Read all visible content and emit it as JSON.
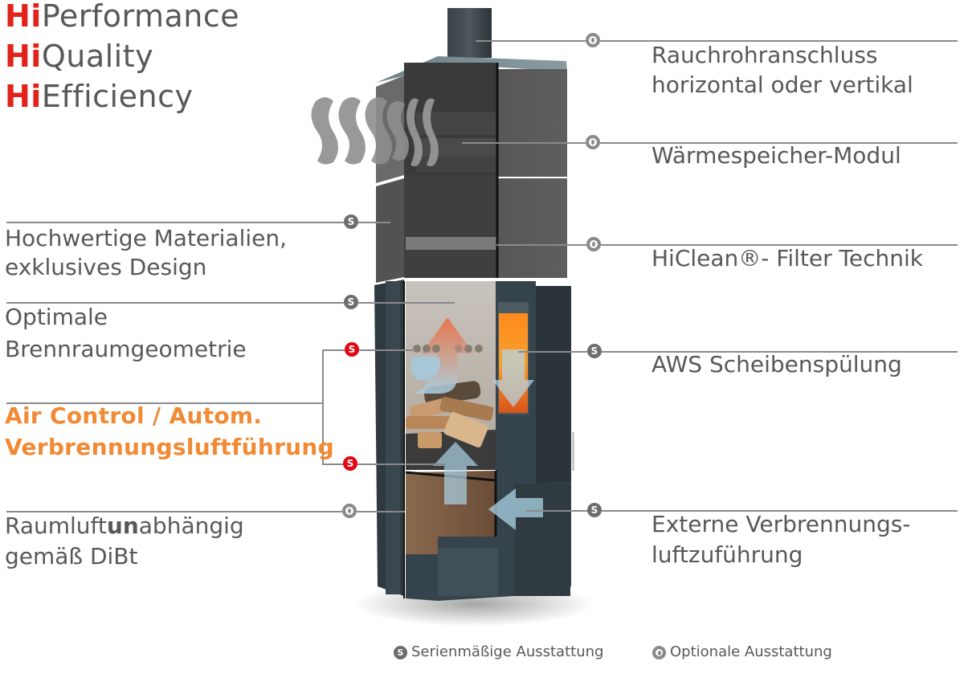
{
  "taglines": [
    {
      "prefix": "Hi",
      "word": "Performance"
    },
    {
      "prefix": "Hi",
      "word": "Quality"
    },
    {
      "prefix": "Hi",
      "word": "Efficiency"
    }
  ],
  "features_left": [
    {
      "line1": "Hochwertige Materialien,",
      "line2": "exklusives Design",
      "badge": "S",
      "badge_type": "standard"
    },
    {
      "line1": "Optimale",
      "line2": "Brennraumgeometrie",
      "badge": "S",
      "badge_type": "standard"
    },
    {
      "line1": "Air Control / Autom.",
      "line2": "Verbrennungsluftführung",
      "badge": "S",
      "badge_type": "highlight",
      "badge_count": 2
    },
    {
      "line1_pre": "Raumluft",
      "line1_bold": "un",
      "line1_post": "abhängig",
      "line2": "gemäß DiBt",
      "badge": "O",
      "badge_type": "optional"
    }
  ],
  "features_right": [
    {
      "line1": "Rauchrohranschluss",
      "line2": "horizontal oder vertikal",
      "badge": "O",
      "badge_type": "optional"
    },
    {
      "line1": "Wärmespeicher-Modul",
      "line2": "",
      "badge": "O",
      "badge_type": "optional"
    },
    {
      "line1": "HiClean®- Filter Technik",
      "line2": "",
      "badge": "O",
      "badge_type": "optional"
    },
    {
      "line1": "AWS Scheibenspülung",
      "line2": "",
      "badge": "S",
      "badge_type": "standard"
    },
    {
      "line1": "Externe Verbrennungs-",
      "line2": "luftzuführung",
      "badge": "S",
      "badge_type": "standard"
    }
  ],
  "legend": {
    "standard": {
      "badge": "S",
      "label": "Serienmäßige Ausstattung"
    },
    "optional": {
      "badge": "O",
      "label": "Optionale Ausstattung"
    }
  },
  "colors": {
    "brand_red": "#e2231a",
    "accent_orange": "#f08a34",
    "text_gray": "#58585a",
    "badge_gray": "#6d6d6f",
    "badge_red": "#e30613",
    "line_gray": "#8a8a8c"
  }
}
